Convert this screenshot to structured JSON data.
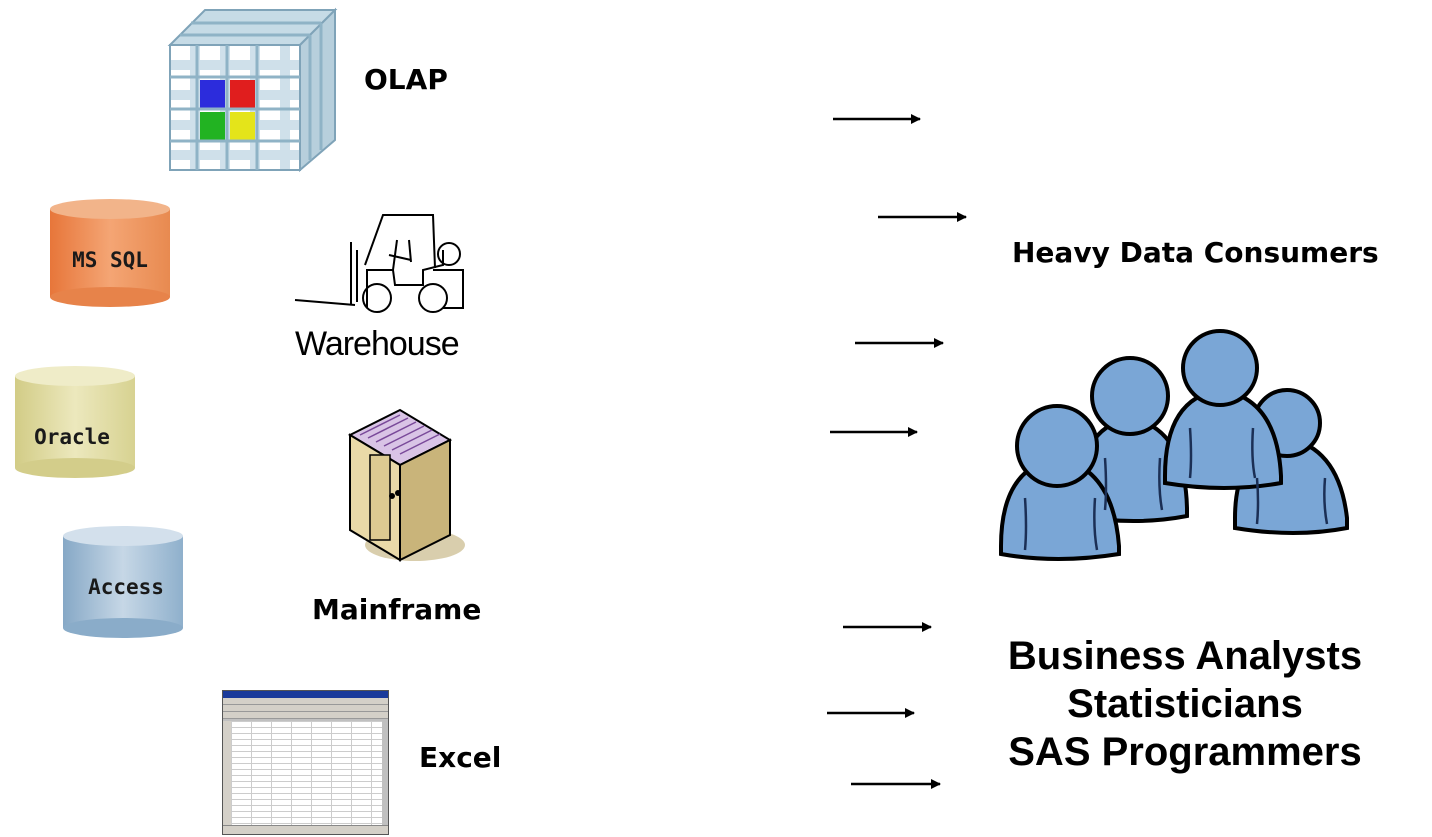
{
  "sources": {
    "olap_label": "OLAP",
    "mssql_label": "MS SQL",
    "oracle_label": "Oracle",
    "access_label": "Access",
    "warehouse_label": "Warehouse",
    "mainframe_label": "Mainframe",
    "excel_label": "Excel"
  },
  "consumers": {
    "heading": "Heavy Data Consumers",
    "roles": [
      "Business Analysts",
      "Statisticians",
      "SAS Programmers"
    ]
  },
  "colors": {
    "mssql": "#e9874a",
    "oracle": "#d9d49a",
    "access": "#8fb0cc",
    "people": "#7aa6d6",
    "people_outline": "#000000"
  }
}
